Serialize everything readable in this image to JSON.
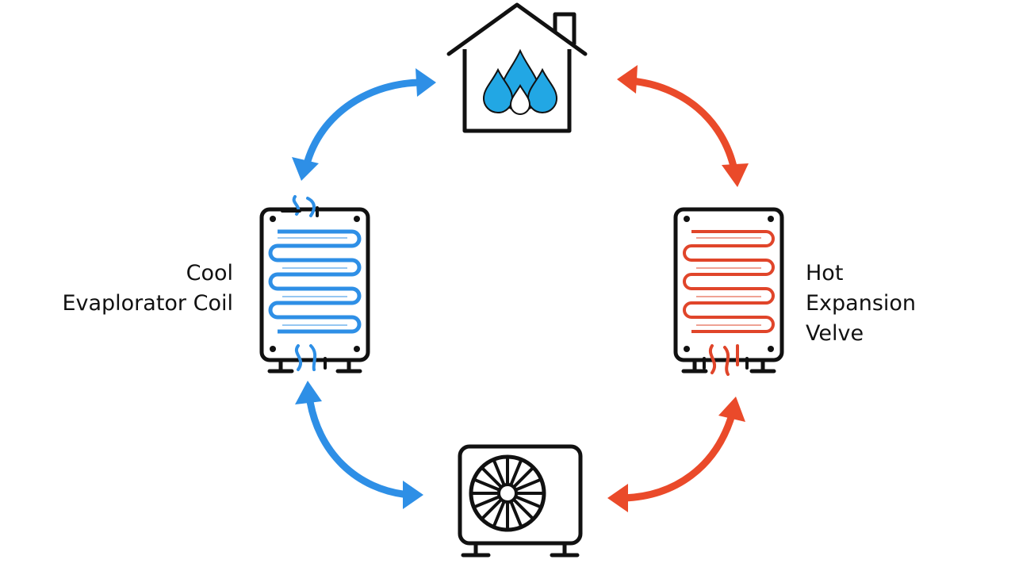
{
  "left_unit": {
    "line1": "Cool",
    "line2": "Evaplorator Coil"
  },
  "right_unit": {
    "line1": "Hot",
    "line2": "Expansion",
    "line3": "Velve"
  },
  "colors": {
    "cool": "#2e8fe6",
    "hot": "#ea4a2a",
    "outline": "#111111",
    "water": "#1fa3e0"
  },
  "icons": {
    "top": "house-water-drops-icon",
    "bottom": "outdoor-fan-unit-icon",
    "left": "cool-coil-unit-icon",
    "right": "hot-coil-unit-icon"
  }
}
